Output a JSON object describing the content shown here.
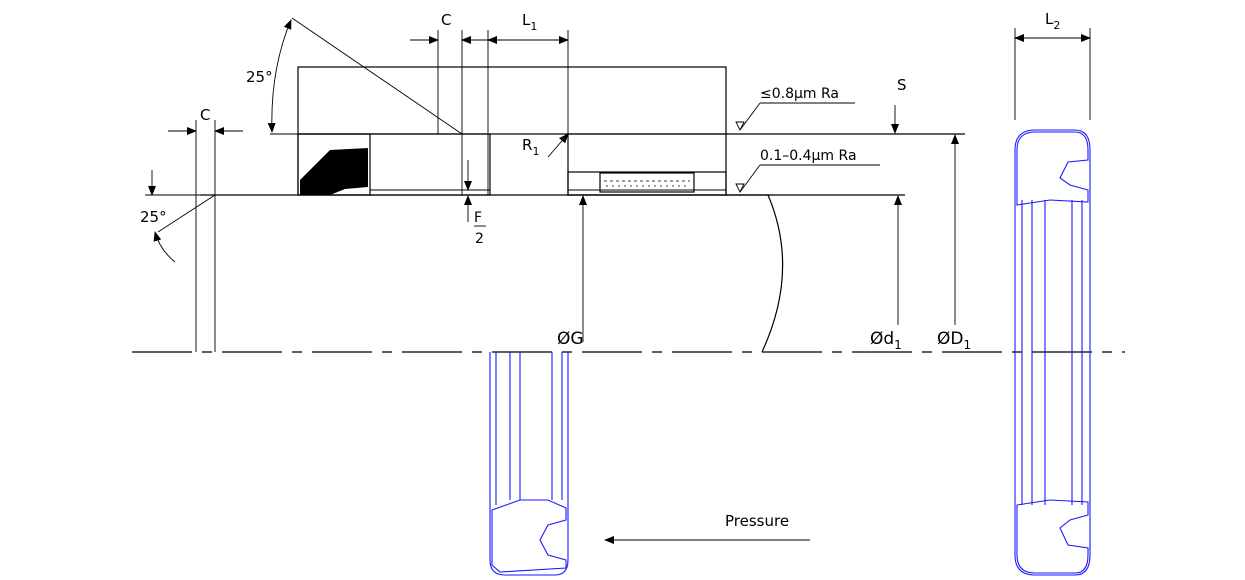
{
  "labels": {
    "c_top": "C",
    "l1": "L",
    "l1_sub": "1",
    "l2": "L",
    "l2_sub": "2",
    "angle_top": "25°",
    "c_left": "C",
    "angle_left": "25°",
    "r1": "R",
    "r1_sub": "1",
    "f_num": "F",
    "f_den": "2",
    "roughness_top": "≤0.8μm  Ra",
    "roughness_bottom": "0.1–0.4μm  Ra",
    "s": "S",
    "dia_g": "ØG",
    "dia_d1": "Ød",
    "dia_d1_sub": "1",
    "dia_D1": "ØD",
    "dia_D1_sub": "1",
    "pressure": "Pressure"
  },
  "colors": {
    "line": "#000000",
    "seal_profile": "#1a1aff",
    "seal_fill": "#000000"
  }
}
